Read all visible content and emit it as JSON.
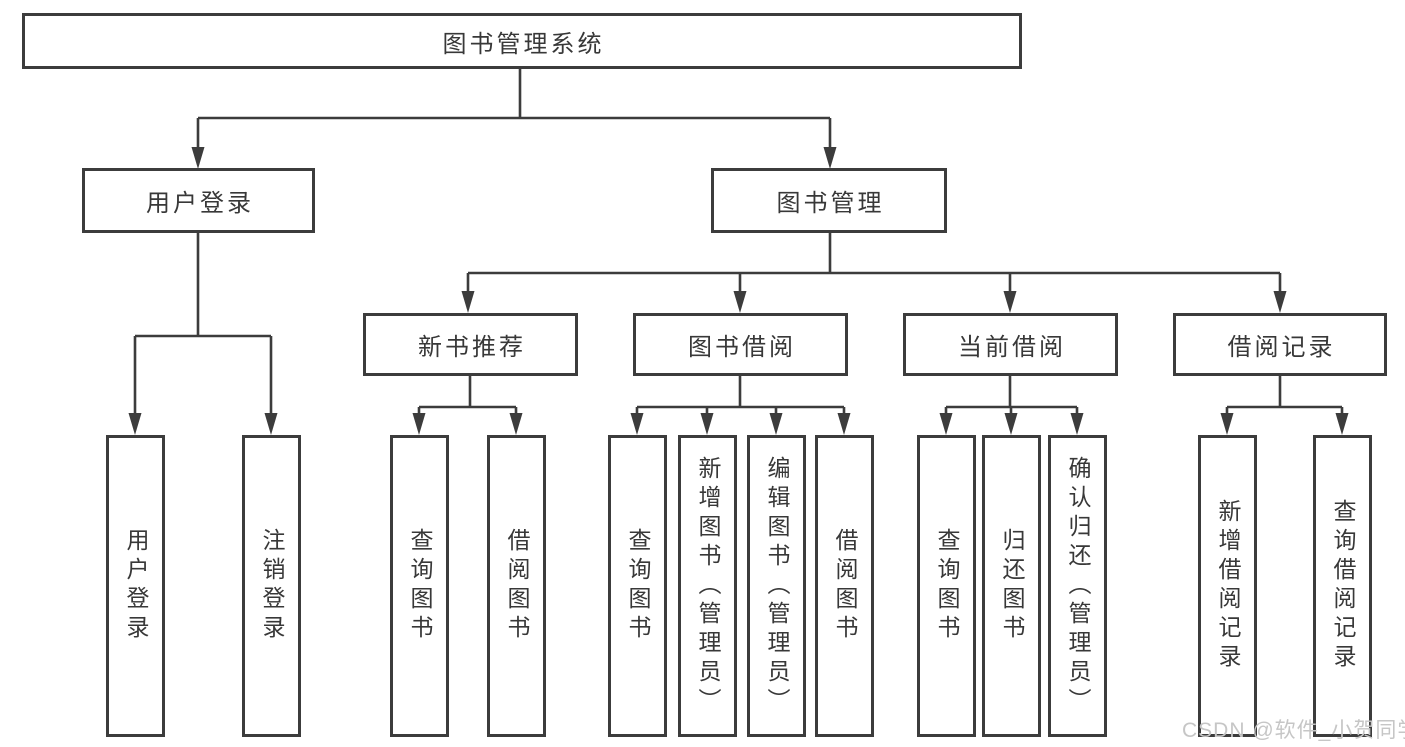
{
  "nodes": {
    "root": "图书管理系统",
    "user_login": "用户登录",
    "book_management": "图书管理",
    "new_book_recommend": "新书推荐",
    "book_borrow": "图书借阅",
    "current_borrow": "当前借阅",
    "borrow_records": "借阅记录",
    "leaf_user_login": "用户登录",
    "leaf_logout": "注销登录",
    "leaf_nbr_query_books": "查询图书",
    "leaf_nbr_borrow_books": "借阅图书",
    "leaf_bb_query_books": "查询图书",
    "leaf_bb_add_books": "新增图书（管理员）",
    "leaf_bb_edit_books": "编辑图书（管理员）",
    "leaf_bb_borrow_books": "借阅图书",
    "leaf_cb_query_books": "查询图书",
    "leaf_cb_return_books": "归还图书",
    "leaf_cb_confirm_return": "确认归还（管理员）",
    "leaf_br_add_record": "新增借阅记录",
    "leaf_br_query_record": "查询借阅记录"
  },
  "watermark": "CSDN @软件_小贺同学",
  "colors": {
    "line": "#3c3c3c",
    "text": "#383838",
    "watermark": "#c6c6c6",
    "background": "#ffffff"
  }
}
